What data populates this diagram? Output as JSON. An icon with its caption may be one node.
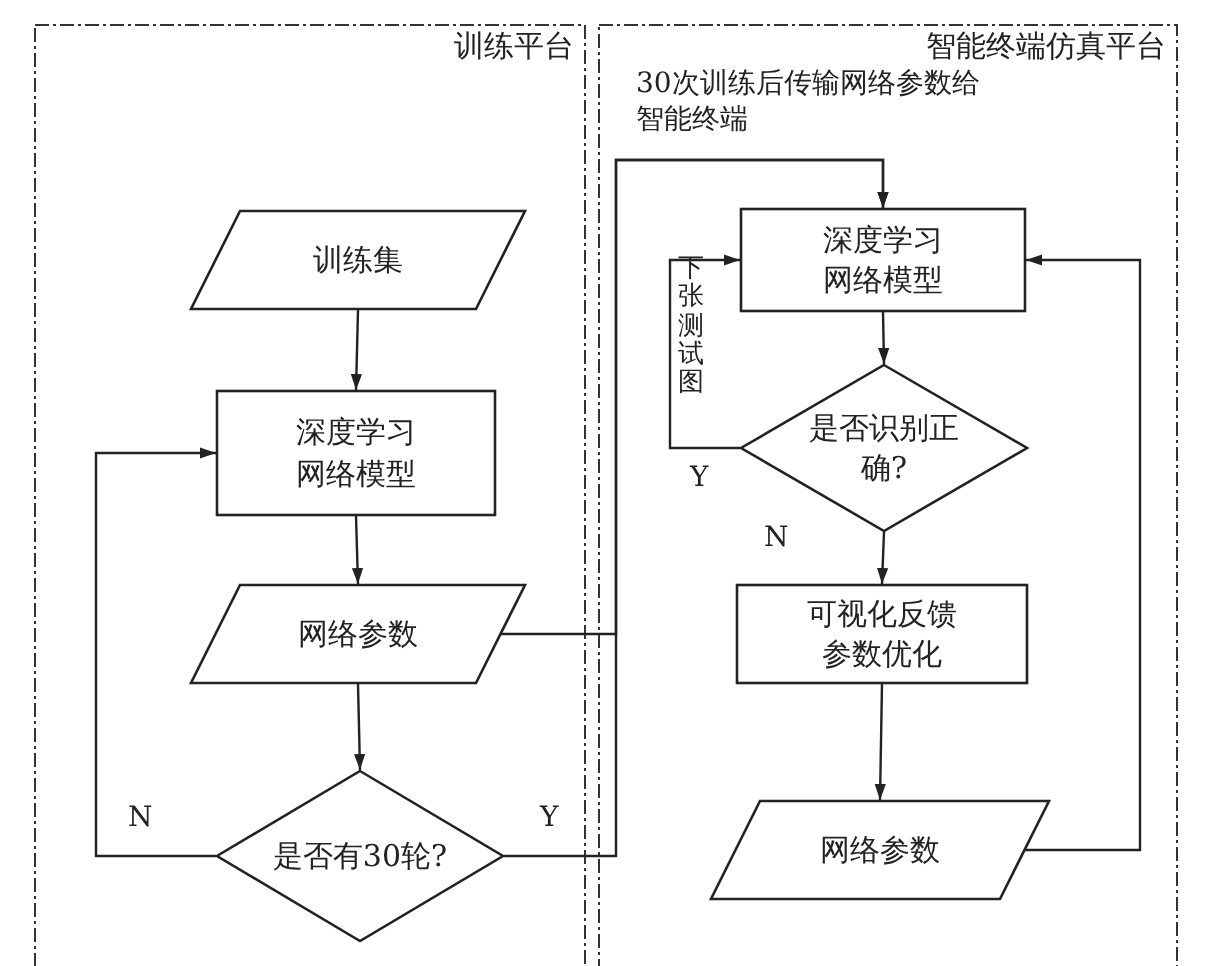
{
  "diagram": {
    "nodes": [
      {
        "text": [
          "训练平台"
        ]
      },
      {
        "text": [
          "智能终端仿真平台"
        ]
      },
      {
        "text": [
          "训练集"
        ],
        "in": 0
      },
      {
        "text": [
          "深度学习网络模型"
        ],
        "in": 0
      },
      {
        "text": [
          "网络参数"
        ],
        "in": 0
      },
      {
        "text": [
          "是否有30轮?"
        ],
        "in": 0
      },
      {
        "text": [
          "深度学习网络模型"
        ],
        "in": 1
      },
      {
        "text": [
          "是否识别正确?"
        ],
        "in": 1
      },
      {
        "text": [
          "可视化反馈参数优化"
        ],
        "in": 1
      },
      {
        "text": [
          "网络参数"
        ],
        "in": 1
      }
    ],
    "edges": [
      {
        "from": 2,
        "to": 3,
        "arrow": "to"
      },
      {
        "from": 3,
        "to": 4,
        "arrow": "to"
      },
      {
        "from": 4,
        "to": 5,
        "arrow": "to"
      },
      {
        "from": 5,
        "to": 3,
        "arrow": "to",
        "label": "N"
      },
      {
        "from": 5,
        "to": 6,
        "arrow": "to",
        "label": "Y"
      },
      {
        "from": 4,
        "to": 6,
        "arrow": "to"
      },
      {
        "from": 6,
        "to": 7,
        "arrow": "to"
      },
      {
        "from": 7,
        "to": 6,
        "arrow": "to",
        "label": "Y"
      },
      {
        "from": 7,
        "to": 8,
        "arrow": "to",
        "label": "N"
      },
      {
        "from": 8,
        "to": 9,
        "arrow": "to"
      },
      {
        "from": 9,
        "to": 6,
        "arrow": "to"
      }
    ],
    "labels": [
      "30次训练后传输网络参数给智能终端",
      "下张测试图"
    ]
  }
}
